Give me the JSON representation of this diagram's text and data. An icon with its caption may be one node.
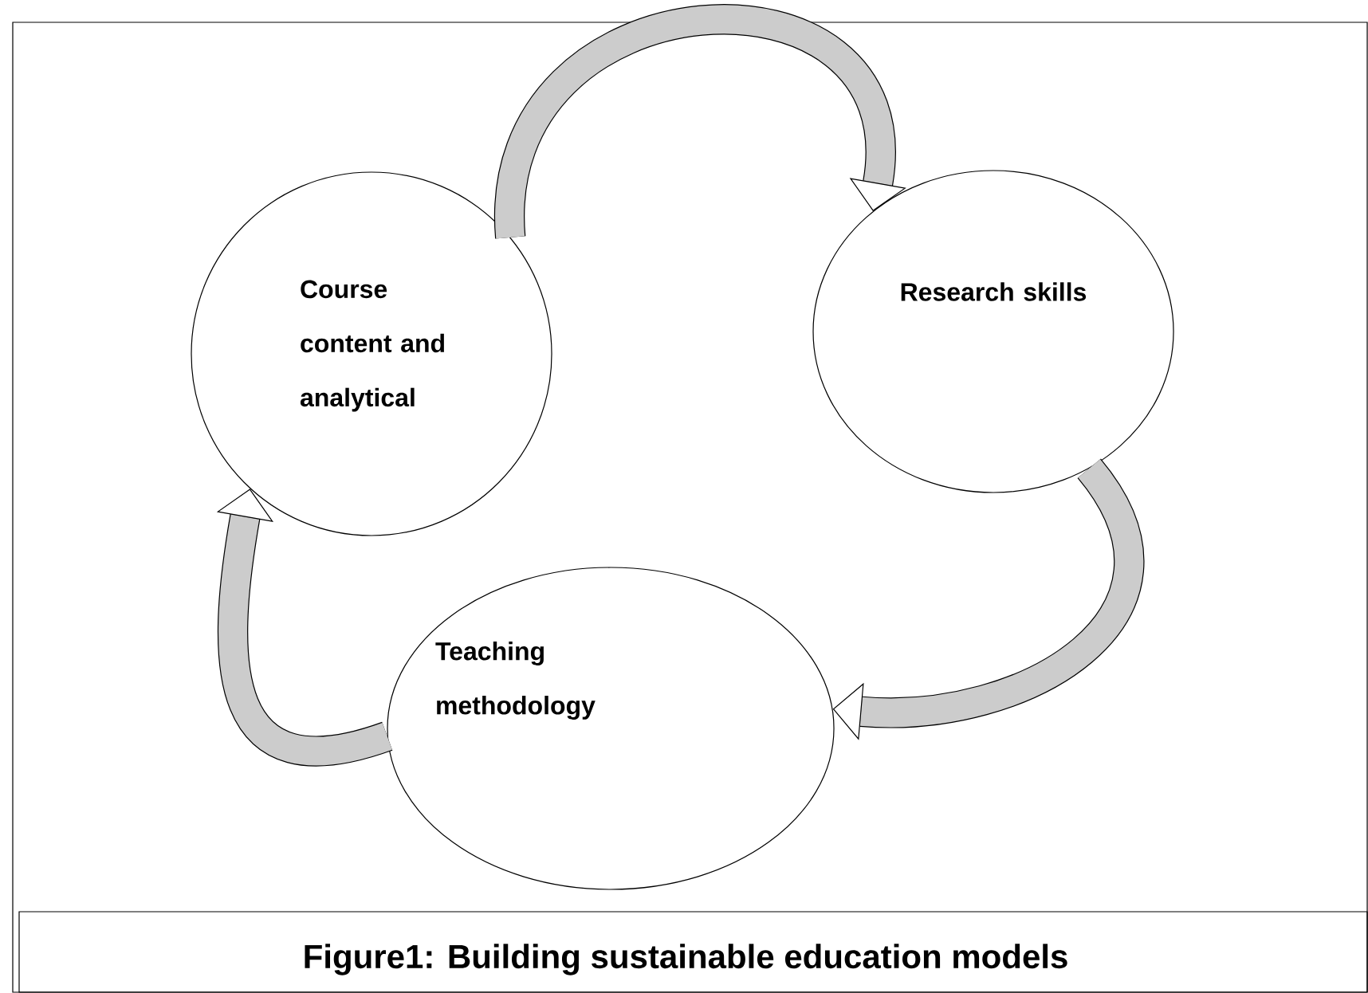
{
  "diagram": {
    "caption": "Figure1: Building sustainable education models",
    "nodes": [
      {
        "text": [
          "Course content and analytical"
        ]
      },
      {
        "text": [
          "Research skills"
        ]
      },
      {
        "text": [
          "Teaching methodology"
        ]
      }
    ],
    "edges": [
      {
        "from": 0,
        "to": 1,
        "arrow": "to"
      },
      {
        "from": 1,
        "to": 2,
        "arrow": "to"
      },
      {
        "from": 2,
        "to": 0,
        "arrow": "to"
      }
    ]
  }
}
